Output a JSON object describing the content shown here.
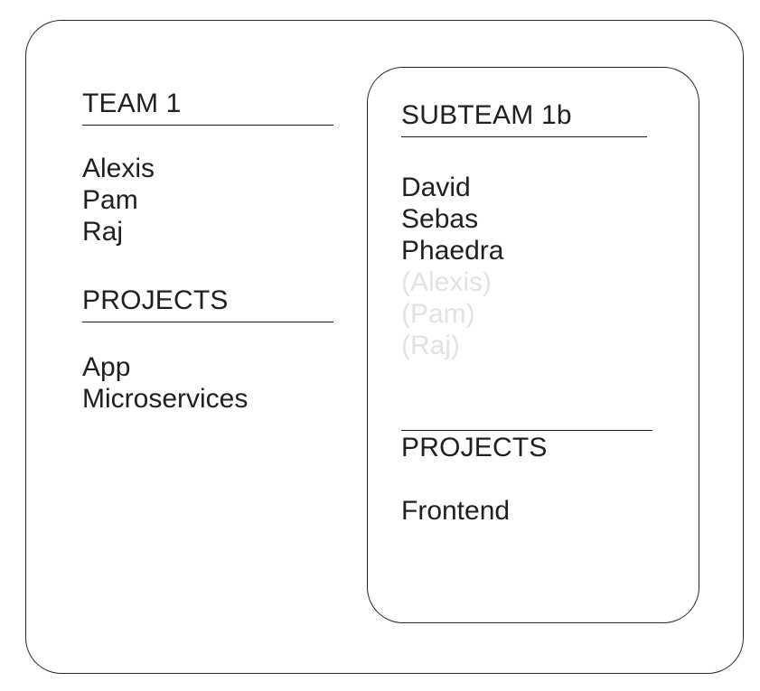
{
  "diagram": {
    "outer_team": {
      "title": "TEAM 1",
      "members_heading_rule": "below",
      "members": [
        {
          "name": "Alexis",
          "inherited": false
        },
        {
          "name": "Pam",
          "inherited": false
        },
        {
          "name": "Raj",
          "inherited": false
        }
      ],
      "projects_title": "PROJECTS",
      "projects_heading_rule": "below",
      "projects": [
        {
          "name": "App"
        },
        {
          "name": "Microservices"
        }
      ]
    },
    "inner_team": {
      "title": "SUBTEAM 1b",
      "members_heading_rule": "below",
      "members": [
        {
          "name": "David",
          "inherited": false
        },
        {
          "name": "Sebas",
          "inherited": false
        },
        {
          "name": "Phaedra",
          "inherited": false
        },
        {
          "name": "(Alexis)",
          "inherited": true
        },
        {
          "name": "(Pam)",
          "inherited": true
        },
        {
          "name": "(Raj)",
          "inherited": true
        }
      ],
      "projects_title": "PROJECTS",
      "projects_heading_rule": "above",
      "projects": [
        {
          "name": "Frontend"
        }
      ]
    }
  },
  "colors": {
    "border": "#262626",
    "rule": "#1a1a1a",
    "text": "#1f1f1f",
    "inherited_text": "#e2e2e4",
    "background": "#ffffff"
  }
}
